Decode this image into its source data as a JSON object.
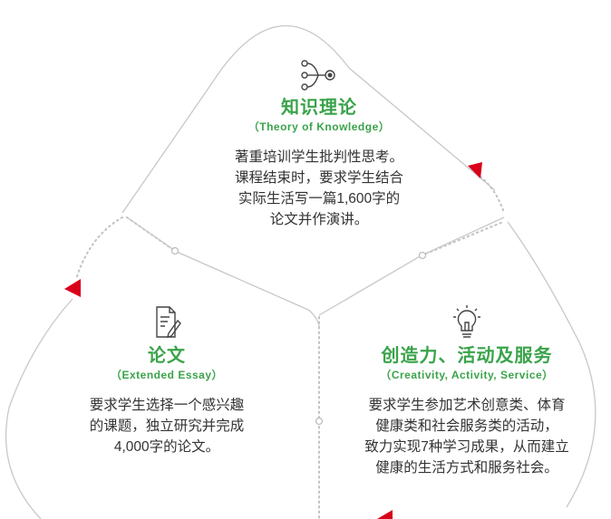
{
  "colors": {
    "accent_green": "#3aa34a",
    "arrow_red": "#d9001b",
    "outline_gray": "#c8c8c8",
    "dot_gray": "#c2c2c2",
    "body_text": "#333333"
  },
  "sections": {
    "tok": {
      "icon": "network-target-icon",
      "title": "知识理论",
      "subtitle": "（Theory of Knowledge）",
      "lines": [
        "著重培训学生批判性思考。",
        "课程结束时，要求学生结合",
        "实际生活写一篇1,600字的",
        "论文并作演讲。"
      ]
    },
    "ee": {
      "icon": "document-pen-icon",
      "title": "论文",
      "subtitle": "（Extended Essay）",
      "lines": [
        "要求学生选择一个感兴趣",
        "的课题，独立研究并完成",
        "4,000字的论文。"
      ]
    },
    "cas": {
      "icon": "lightbulb-icon",
      "title": "创造力、活动及服务",
      "subtitle": "（Creativity, Activity, Service）",
      "lines": [
        "要求学生参加艺术创意类、体育",
        "健康类和社会服务类的活动，",
        "致力实现7种学习成果，从而建立",
        "健康的生活方式和服务社会。"
      ]
    }
  }
}
